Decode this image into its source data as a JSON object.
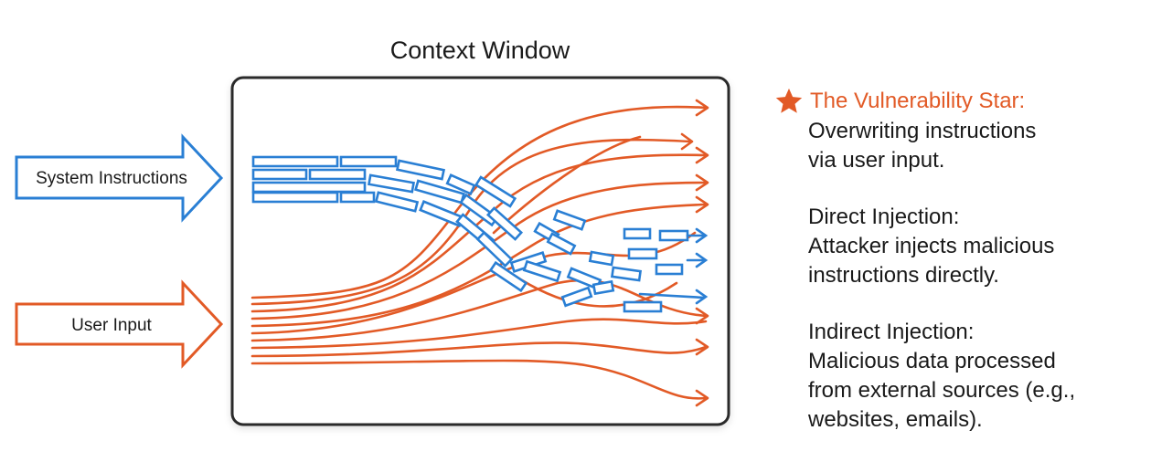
{
  "title": "Context Window",
  "inputs": {
    "system": {
      "label": "System Instructions"
    },
    "user": {
      "label": "User Input"
    }
  },
  "notes": [
    {
      "heading": "The Vulnerability Star:",
      "body_lines": [
        "Overwriting instructions",
        "via user input."
      ],
      "icon": "star-icon"
    },
    {
      "heading": "Direct Injection:",
      "body_lines": [
        "Attacker injects malicious",
        "instructions directly."
      ]
    },
    {
      "heading": "Indirect Injection:",
      "body_lines": [
        "Malicious data processed",
        "from external sources (e.g.,",
        "websites, emails)."
      ]
    }
  ],
  "colors": {
    "system": "#2a7fd4",
    "user": "#e25a26",
    "box": "#2b2b2b"
  }
}
